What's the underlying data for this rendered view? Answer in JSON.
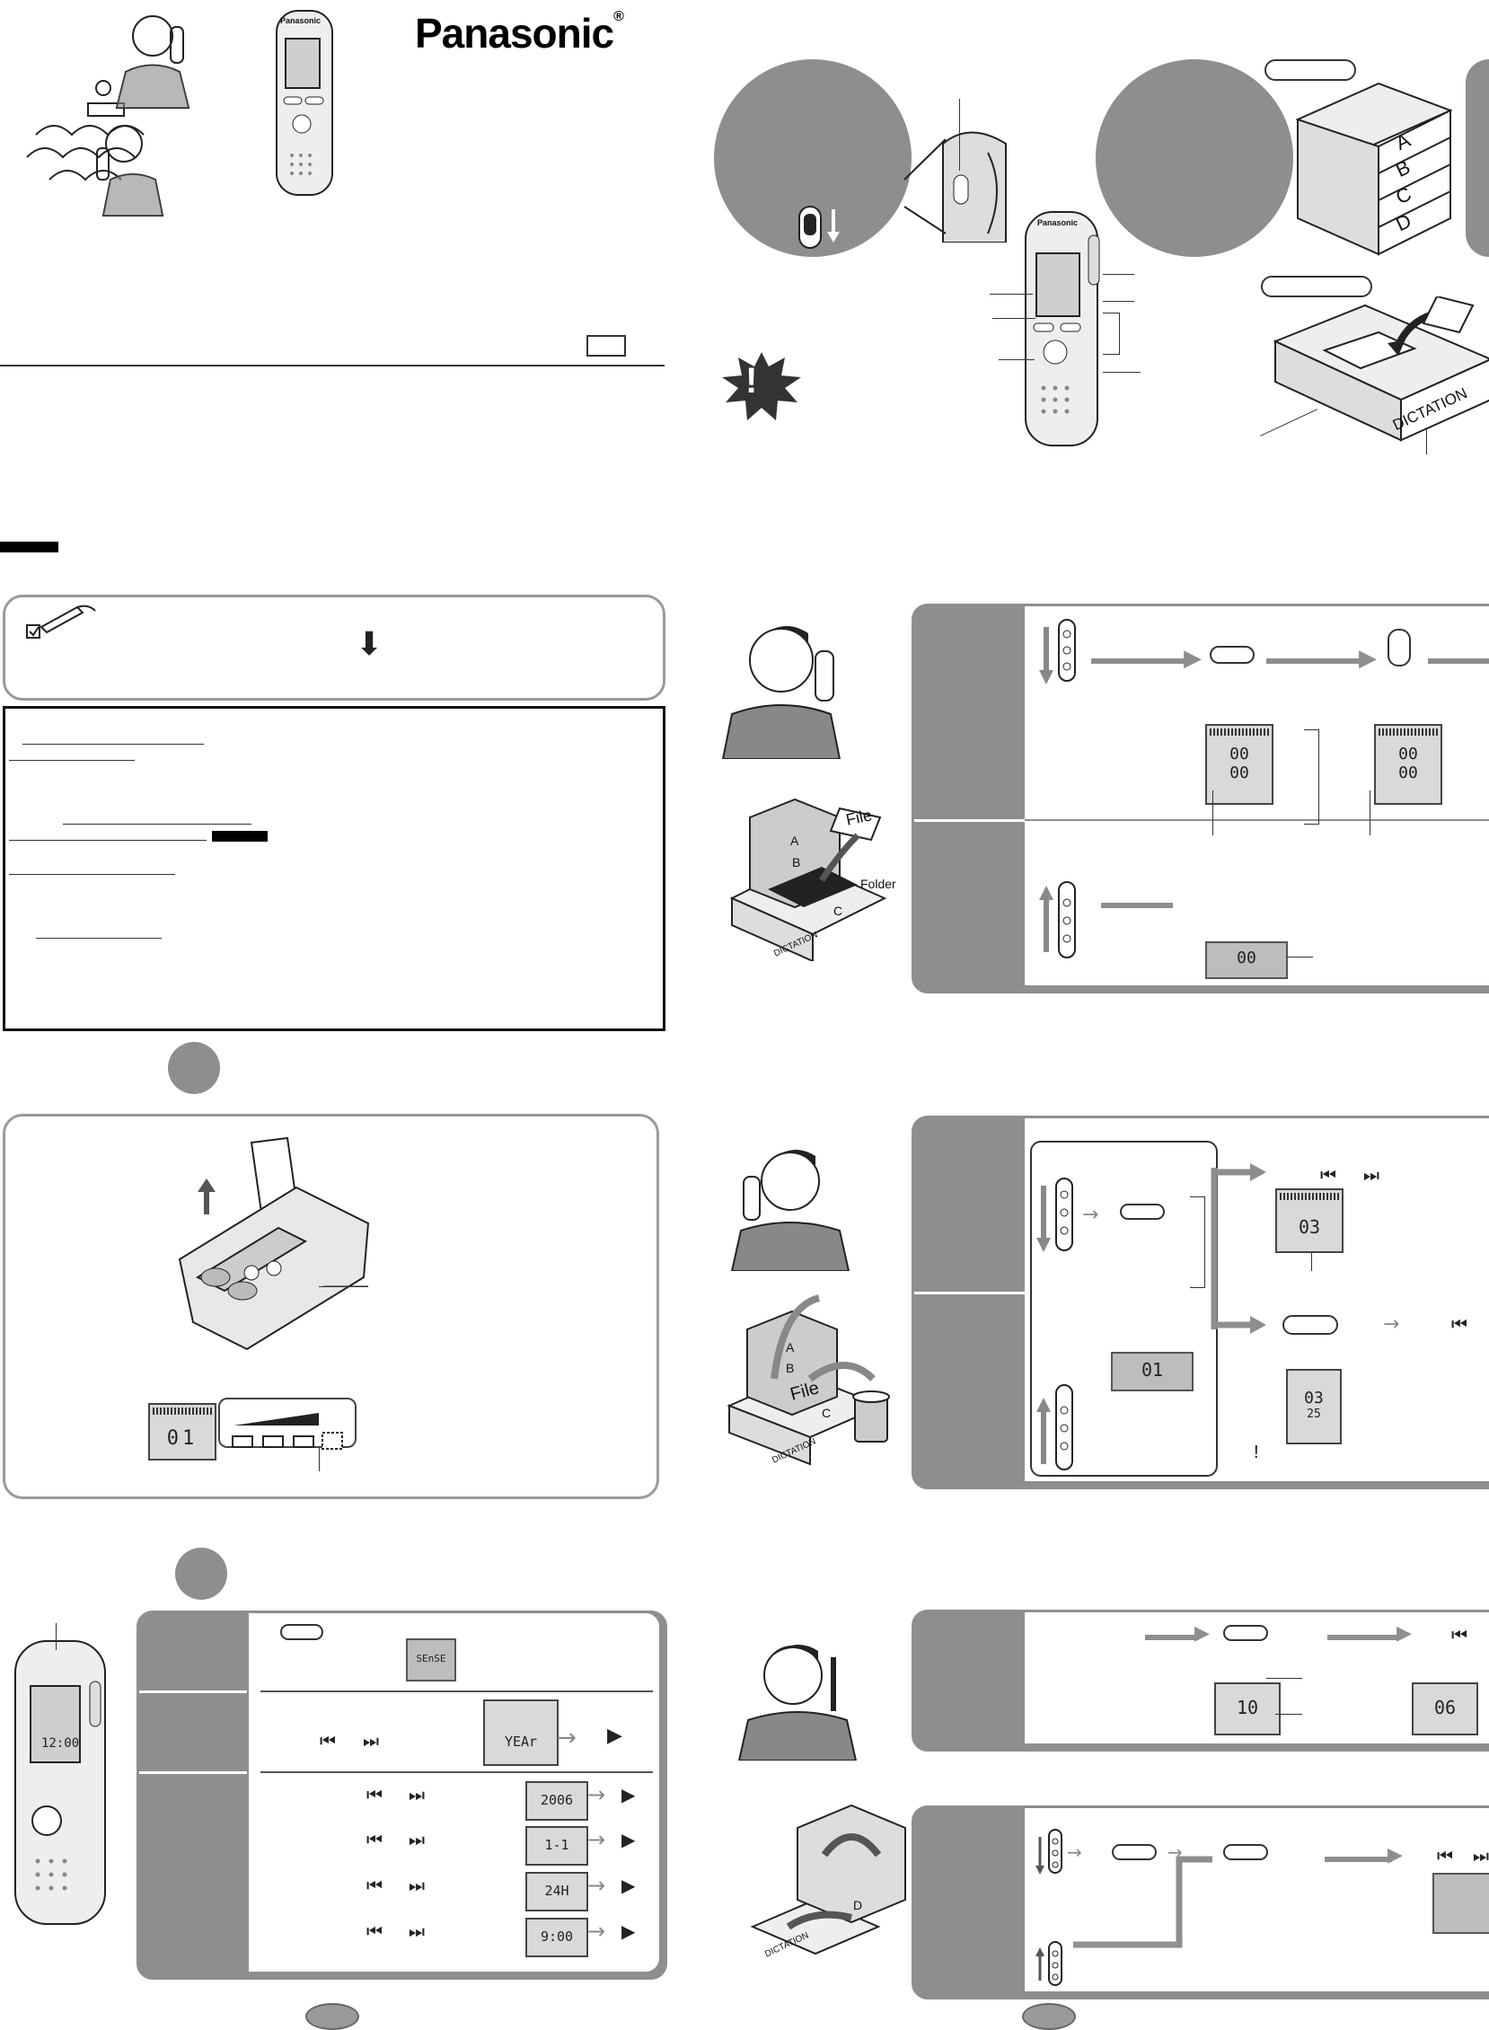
{
  "brand": {
    "logo_text": "Panasonic",
    "registered": "®"
  },
  "device": {
    "label": "Panasonic"
  },
  "illustrations": {
    "drawer_letters": [
      "A",
      "B",
      "C",
      "D"
    ],
    "dictation_label": "DICTATION",
    "file_label": "File",
    "folder_label": "Folder"
  },
  "lcd": {
    "record_top": "00",
    "record_bottom": "00",
    "record_top_2": "00",
    "record_bottom_2": "00",
    "file_num_record": "00",
    "file_num_playback": "03",
    "file_num_edit": "01",
    "flash_top": "03",
    "flash_bottom": "25",
    "sense": "SEnSE",
    "year": "YEAr",
    "date_year": "2006",
    "date_day": "1-1",
    "hour_mode": "24H",
    "time": "9:00",
    "battery_num": "01",
    "clock_display": "12:00",
    "value_10": "10",
    "value_06": "06"
  },
  "marks": {
    "exclaim": "!",
    "exclaim_small": "!"
  },
  "colors": {
    "panel_gray": "#8e8e8e",
    "lcd_gray": "#d9d9d9",
    "black": "#000000"
  }
}
